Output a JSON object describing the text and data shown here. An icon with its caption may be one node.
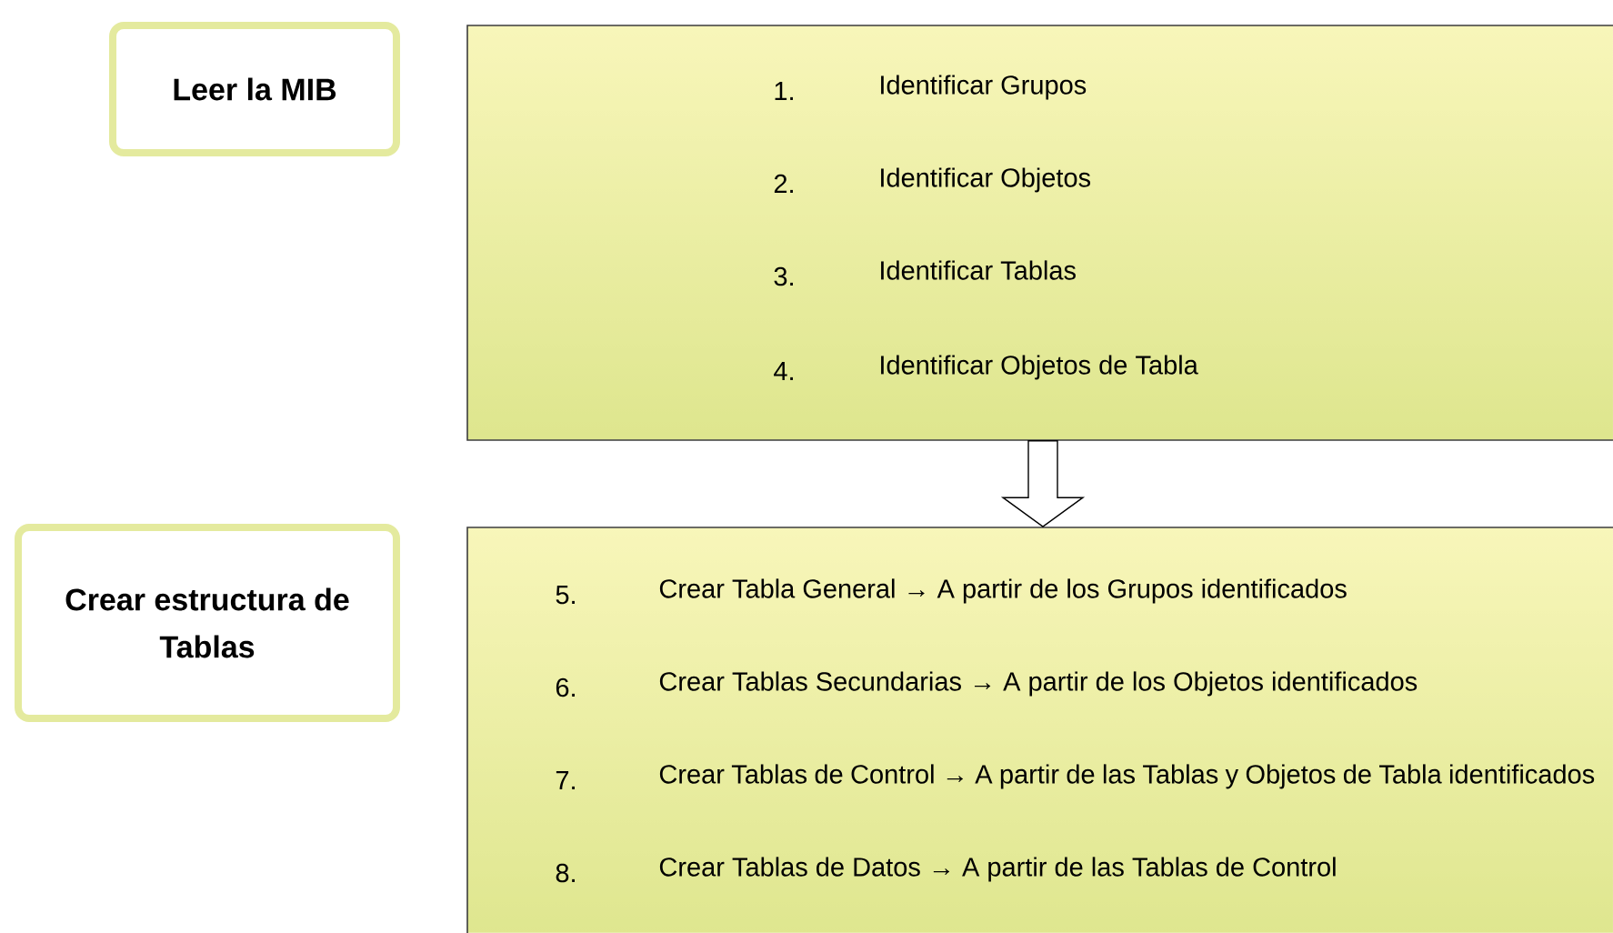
{
  "diagram": {
    "nodes": [
      {
        "text": [
          "Leer la MIB"
        ]
      },
      {
        "text": [
          "1.",
          "Identificar Grupos",
          "2.",
          "Identificar Objetos",
          "3.",
          "Identificar Tablas",
          "4.",
          "Identificar Objetos de Tabla"
        ]
      },
      {
        "text": [
          "Crear estructura de Tablas"
        ]
      },
      {
        "text": [
          "5.",
          "Crear Tabla General → A partir de los Grupos identificados",
          "6.",
          "Crear Tablas Secundarias → A partir de los Objetos identificados",
          "7.",
          "Crear Tablas de Control → A partir de las Tablas y  Objetos de Tabla identificados",
          "8.",
          "Crear Tablas de Datos → A partir de las Tablas de Control"
        ]
      }
    ],
    "edges": [
      {
        "from": 1,
        "to": 3,
        "arrow": "to"
      }
    ]
  }
}
